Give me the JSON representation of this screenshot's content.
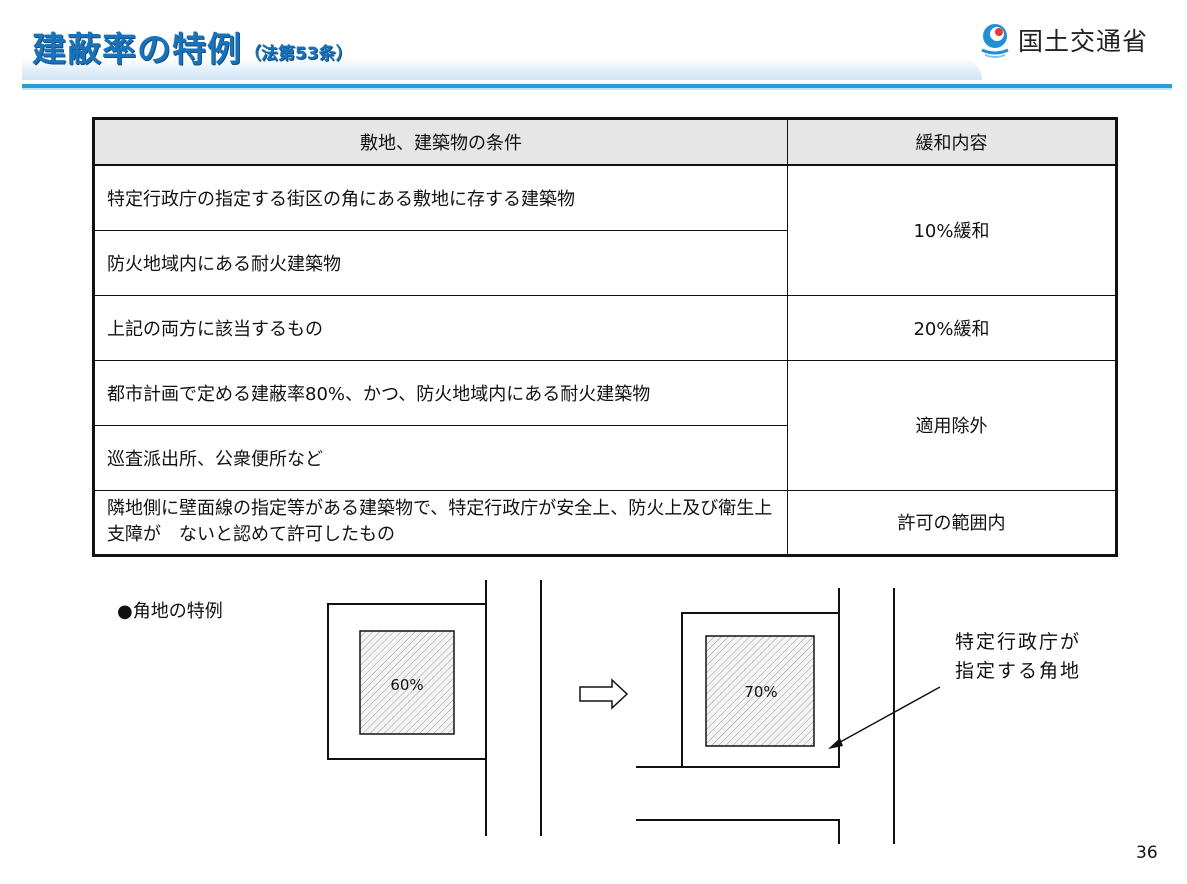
{
  "header": {
    "title": "建蔽率の特例",
    "subtitle": "（法第53条）",
    "ministry": "国土交通省"
  },
  "table": {
    "headers": [
      "敷地、建築物の条件",
      "緩和内容"
    ],
    "rows": [
      "特定行政庁の指定する街区の角にある敷地に存する建築物",
      "防火地域内にある耐火建築物",
      "上記の両方に該当するもの",
      "都市計画で定める建蔽率80%、かつ、防火地域内にある耐火建築物",
      "巡査派出所、公衆便所など",
      "隣地側に壁面線の指定等がある建築物で、特定行政庁が安全上、防火上及び衛生上支障が　ないと認めて許可したもの"
    ],
    "relief": [
      "10%緩和",
      "20%緩和",
      "適用除外",
      "許可の範囲内"
    ]
  },
  "corner": {
    "label": "●角地の特例",
    "before_pct": "60%",
    "after_pct": "70%",
    "note_line1": "特定行政庁が",
    "note_line2": "指定する角地"
  },
  "page_number": "36",
  "colors": {
    "title_blue": "#1a73b8",
    "rule_blue": "#2d9bd7",
    "header_gray": "#e6e6e6"
  }
}
